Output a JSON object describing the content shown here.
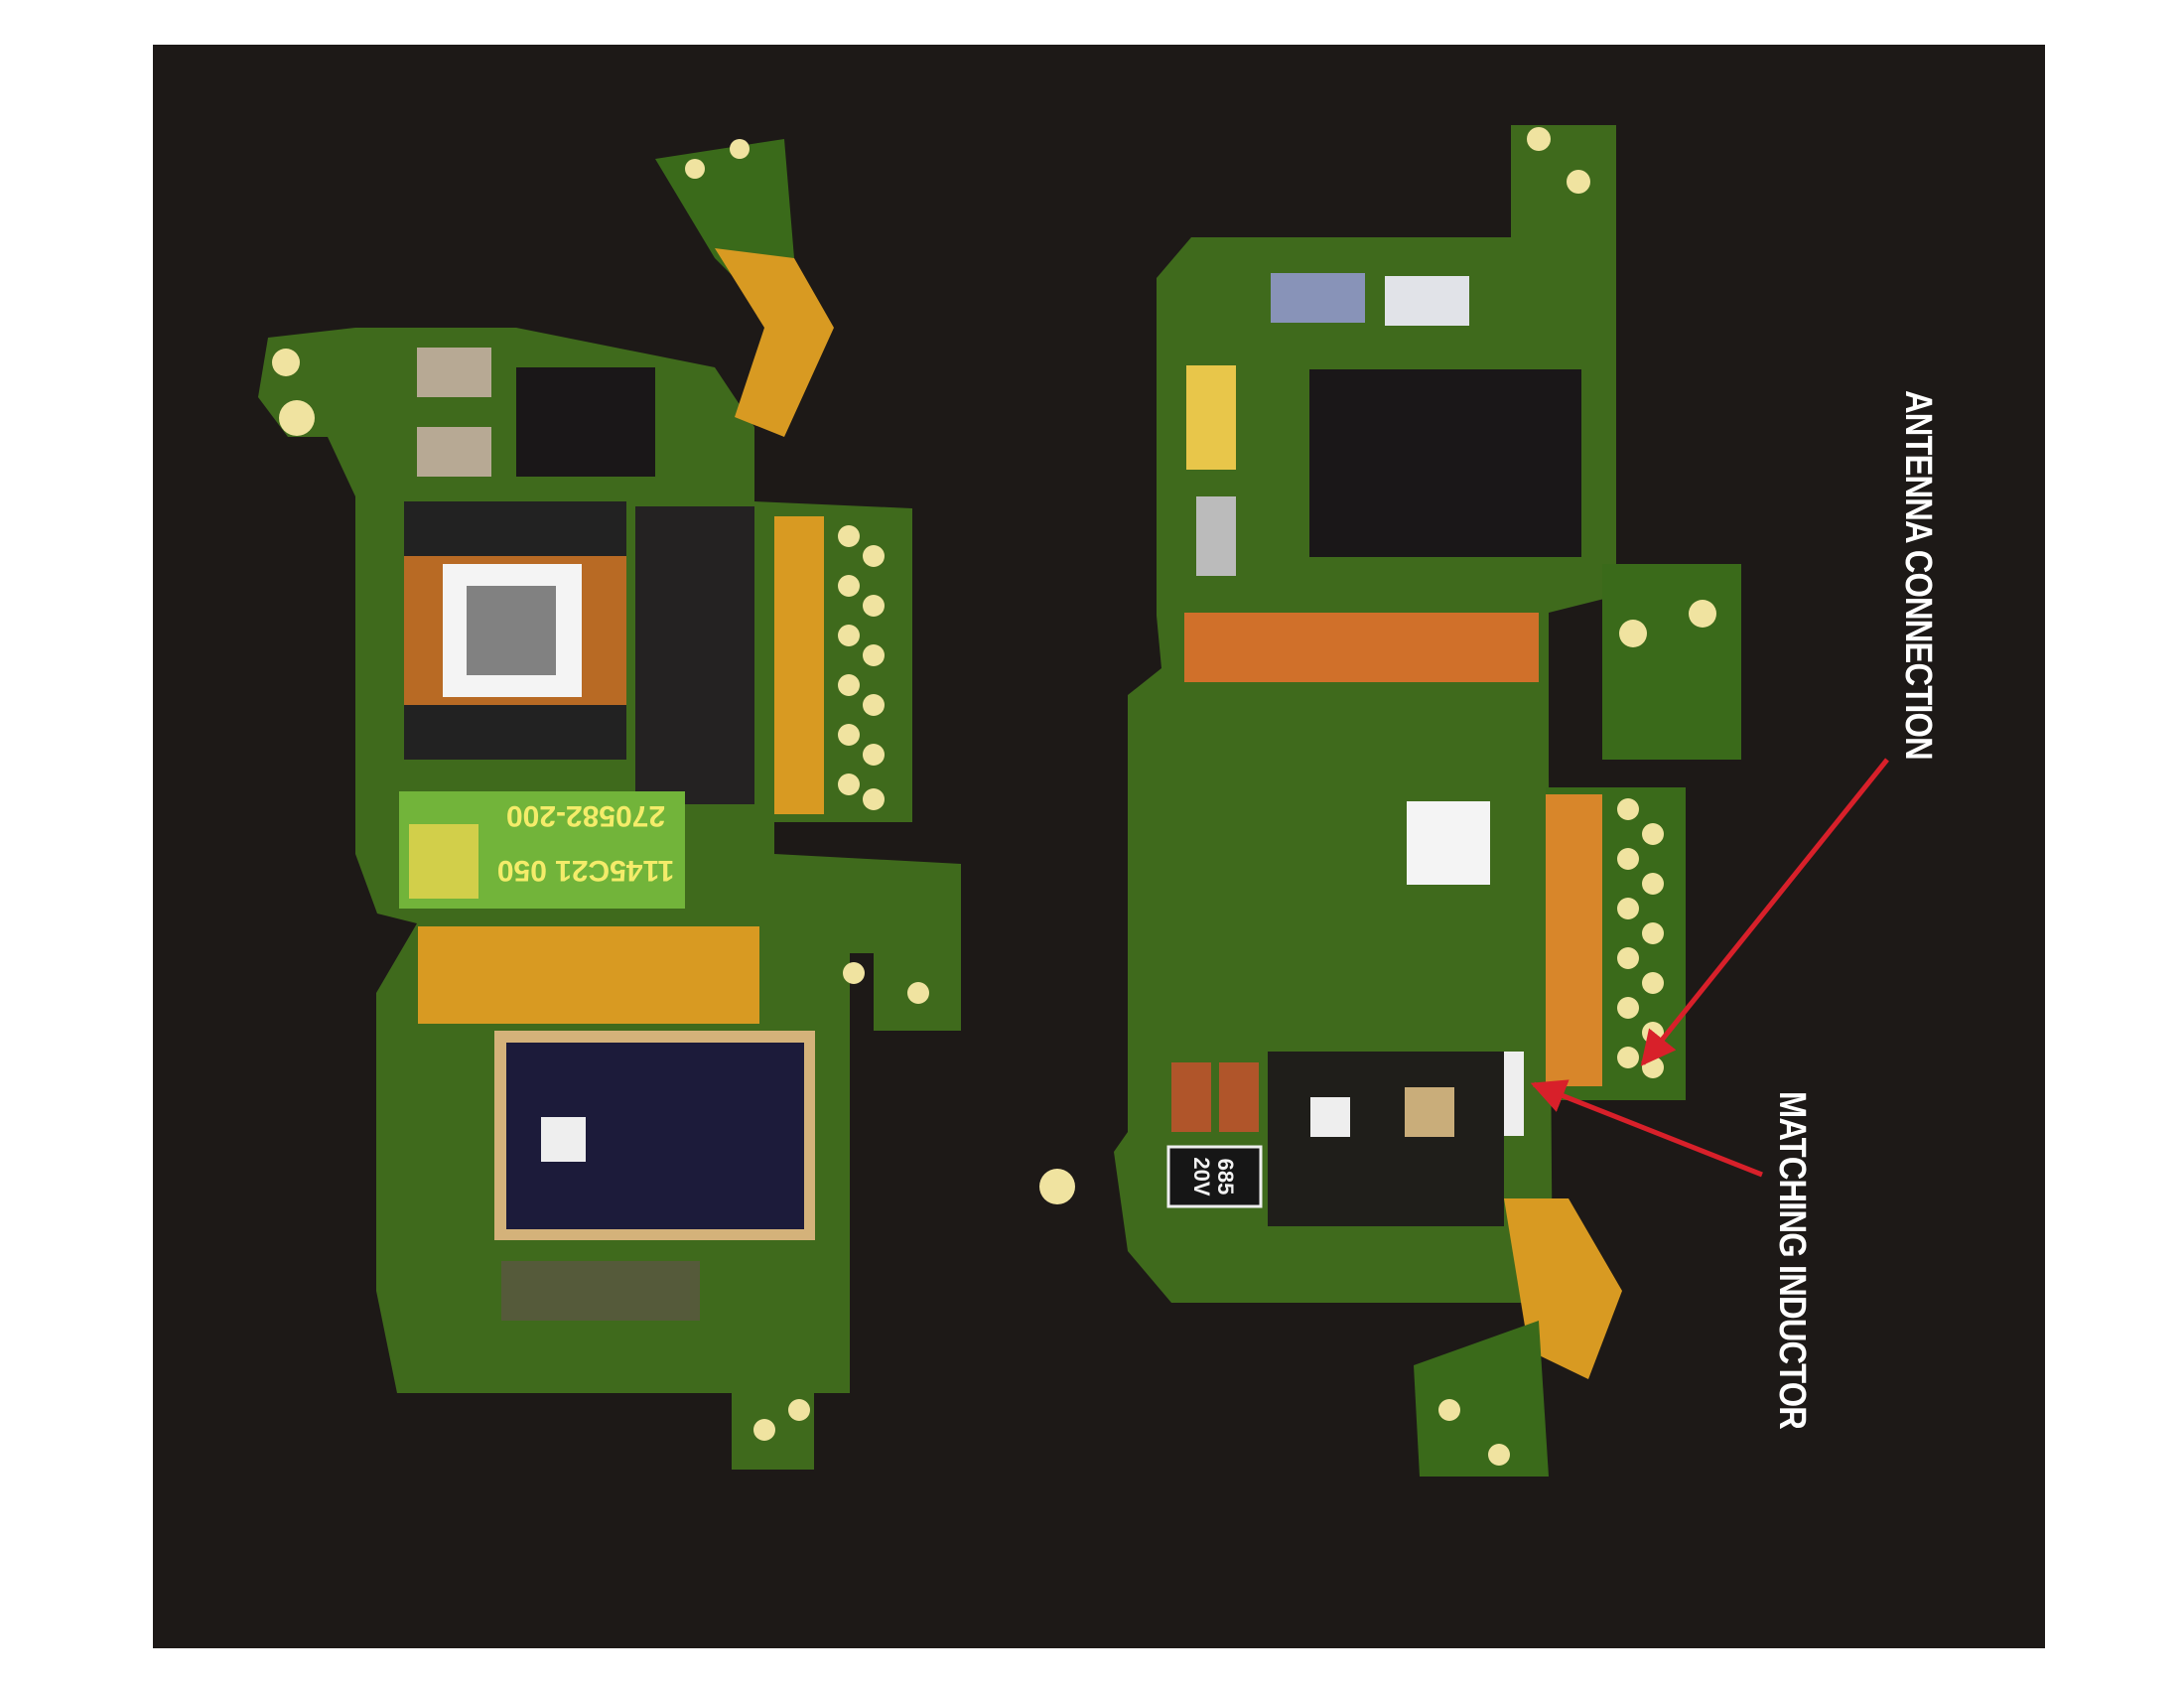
{
  "annotations": {
    "antenna_connection": "ANTENNA CONNECTION",
    "matching_inductor": "MATCHING INDUCTOR",
    "arrow_color": "#d8202a"
  },
  "left_board": {
    "label_line1": "1145C21 050",
    "label_line2": "270582-200"
  },
  "right_board": {
    "capacitor_value": "685",
    "capacitor_voltage": "20V"
  },
  "colors": {
    "background": "#1d1917",
    "pcb_green": "#3f6a1c",
    "flex_orange": "#d89a22",
    "pad_gold": "#e9d27a"
  }
}
